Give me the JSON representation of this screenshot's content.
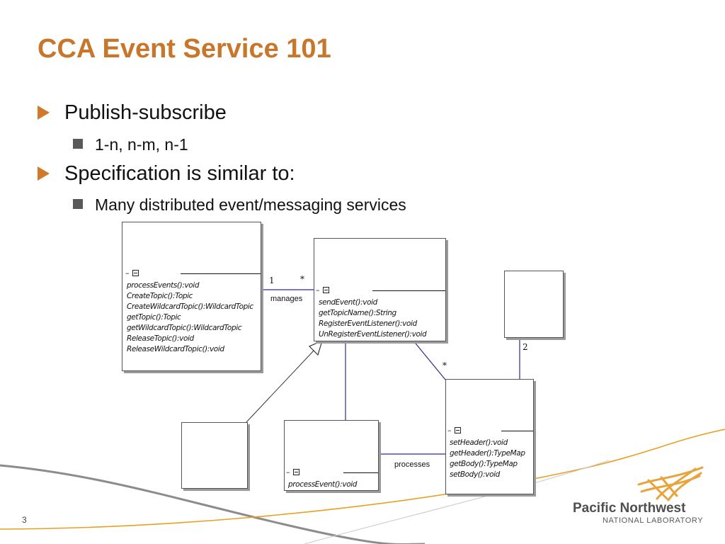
{
  "slide": {
    "title": "CCA Event Service 101",
    "bullets": [
      {
        "text": "Publish-subscribe",
        "sub": "1-n, n-m, n-1"
      },
      {
        "text": "Specification is similar to:",
        "sub": "Many distributed event/messaging services"
      }
    ],
    "page_number": "3"
  },
  "diagram": {
    "service_ops": [
      "processEvents():void",
      "CreateTopic():Topic",
      "CreateWildcardTopic():WildcardTopic",
      "getTopic():Topic",
      "getWildcardTopic():WildcardTopic",
      "ReleaseTopic():void",
      "ReleaseWildcardTopic():void"
    ],
    "topic_ops": [
      "sendEvent():void",
      "getTopicName():String",
      "RegisterEventListener():void",
      "UnRegisterEventListener():void"
    ],
    "listener_ops": [
      "processEvent():void"
    ],
    "event_ops": [
      "setHeader():void",
      "getHeader():TypeMap",
      "getBody():TypeMap",
      "setBody():void"
    ],
    "minus_glyph": "–",
    "manages_label": "manages",
    "processes_label": "processes",
    "mult_service": "1",
    "mult_topic": "*",
    "mult_event": "*",
    "mult_typemap": "2"
  },
  "logo": {
    "name": "Pacific Northwest",
    "subtitle": "NATIONAL LABORATORY",
    "color": "#e8a33a"
  },
  "colors": {
    "title": "#c8762a",
    "bullet_arrow": "#d2782a",
    "connector": "#2b2b8f",
    "swoosh_orange": "#e8a020",
    "swoosh_gray": "#8c8c8c"
  }
}
